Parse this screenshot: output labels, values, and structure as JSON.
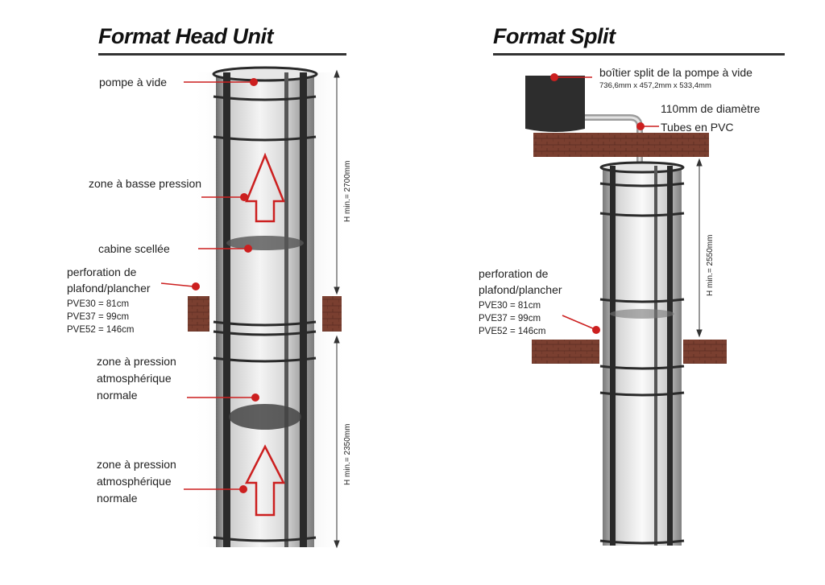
{
  "left": {
    "title": "Format Head Unit",
    "labels": {
      "pump": "pompe à vide",
      "low_pressure": "zone à basse pression",
      "cabin": "cabine scellée",
      "perf_line1": "perforation de",
      "perf_line2": "plafond/plancher",
      "pve30": "PVE30 = 81cm",
      "pve37": "PVE37 = 99cm",
      "pve52": "PVE52 = 146cm",
      "zone1_l1": "zone à pression",
      "zone1_l2": "atmosphérique",
      "zone1_l3": "normale",
      "zone2_l1": "zone à pression",
      "zone2_l2": "atmosphérique",
      "zone2_l3": "normale"
    },
    "dim_upper": "H min.= 2700mm",
    "dim_lower": "H min.= 2350mm"
  },
  "right": {
    "title": "Format Split",
    "labels": {
      "box": "boîtier split de la pompe à vide",
      "box_size": "736,6mm x 457,2mm x 533,4mm",
      "diameter": "110mm de diamètre",
      "pvc": "Tubes en PVC",
      "perf_line1": "perforation de",
      "perf_line2": "plafond/plancher",
      "pve30": "PVE30 = 81cm",
      "pve37": "PVE37 = 99cm",
      "pve52": "PVE52 = 146cm"
    },
    "dim": "H min.= 2550mm"
  },
  "colors": {
    "marker": "#cc1f1f",
    "brick": "#7a3f30",
    "frame": "#2a2a2a"
  }
}
